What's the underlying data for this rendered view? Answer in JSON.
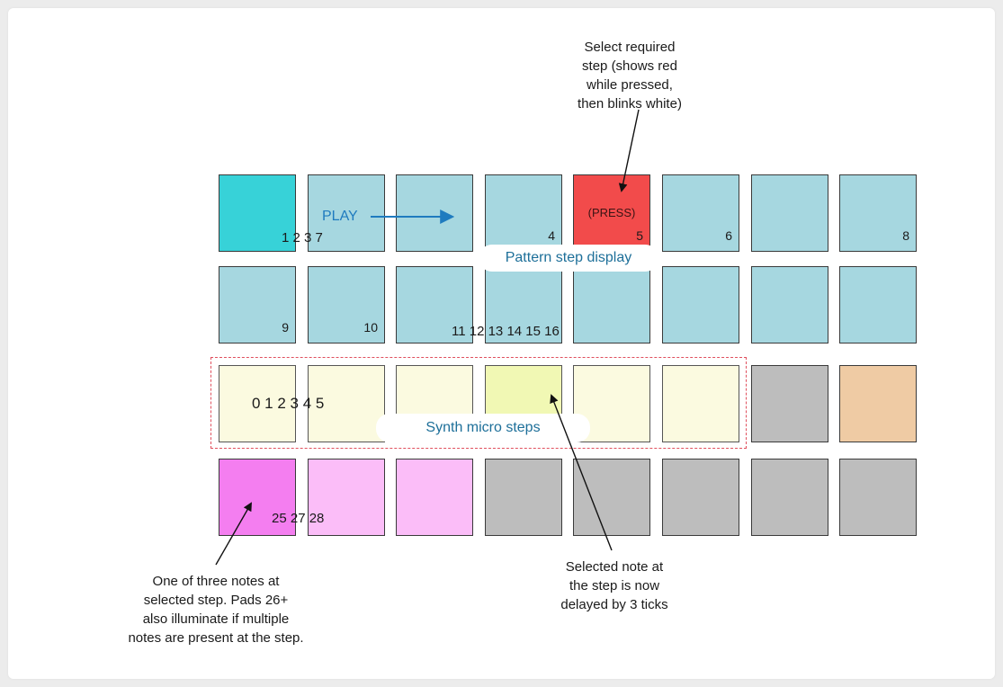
{
  "pads": {
    "row1": [
      {
        "color": "#37d2d8",
        "label": ""
      },
      {
        "color": "#a6d7e0",
        "label": ""
      },
      {
        "color": "#a6d7e0",
        "label": ""
      },
      {
        "color": "#a6d7e0",
        "label": "4"
      },
      {
        "color": "#f24b4b",
        "label": "5",
        "inner_label": "(PRESS)"
      },
      {
        "color": "#a6d7e0",
        "label": "6"
      },
      {
        "color": "#a6d7e0",
        "label": ""
      },
      {
        "color": "#a6d7e0",
        "label": "8"
      }
    ],
    "row2": [
      {
        "color": "#a6d7e0",
        "label": "9"
      },
      {
        "color": "#a6d7e0",
        "label": "10"
      },
      {
        "color": "#a6d7e0",
        "label": ""
      },
      {
        "color": "#a6d7e0",
        "label": ""
      },
      {
        "color": "#a6d7e0",
        "label": ""
      },
      {
        "color": "#a6d7e0",
        "label": ""
      },
      {
        "color": "#a6d7e0",
        "label": ""
      },
      {
        "color": "#a6d7e0",
        "label": ""
      }
    ],
    "row3": [
      {
        "color": "#fbfae0",
        "label": ""
      },
      {
        "color": "#fbfae0",
        "label": ""
      },
      {
        "color": "#fbfae0",
        "label": ""
      },
      {
        "color": "#f1f8b4",
        "label": ""
      },
      {
        "color": "#fbfae0",
        "label": ""
      },
      {
        "color": "#fbfae0",
        "label": ""
      },
      {
        "color": "#bdbdbd",
        "label": ""
      },
      {
        "color": "#efcba4",
        "label": ""
      }
    ],
    "row4": [
      {
        "color": "#f47ef0",
        "label": ""
      },
      {
        "color": "#fbbdf8",
        "label": ""
      },
      {
        "color": "#fbbdf8",
        "label": ""
      },
      {
        "color": "#bdbdbd",
        "label": ""
      },
      {
        "color": "#bdbdbd",
        "label": ""
      },
      {
        "color": "#bdbdbd",
        "label": ""
      },
      {
        "color": "#bdbdbd",
        "label": ""
      },
      {
        "color": "#bdbdbd",
        "label": ""
      }
    ]
  },
  "floating_numbers": {
    "row1_multi": "1 2 3 7",
    "row2_multi": "11 12 13 14 15 16",
    "micro_steps": "0 1 2 3 4 5",
    "row4_multi": "25 27 28"
  },
  "labels": {
    "play": "PLAY",
    "pattern_step_display": "Pattern step display",
    "synth_micro_steps": "Synth micro steps"
  },
  "notes": {
    "select_step": "Select required\nstep (shows red\nwhile pressed,\nthen blinks white)",
    "one_of_three": "One of three notes at\nselected step. Pads 26+\nalso illuminate if multiple\nnotes are present at the step.",
    "selected_note": "Selected note at\nthe step is now\ndelayed by 3 ticks"
  },
  "colors": {
    "accent_blue": "#1f7bbf",
    "callout_text": "#1d6f99",
    "dashed_box": "#e0505e"
  }
}
